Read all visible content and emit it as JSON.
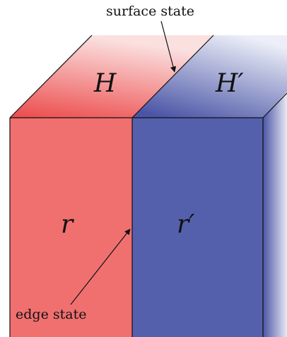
{
  "labels": {
    "surface_state": "surface state",
    "edge_state": "edge state",
    "top_left": "H",
    "top_right": "H′",
    "front_left": "r",
    "front_right": "r′"
  },
  "colors": {
    "left_region": "#f07070",
    "right_region": "#5560ad",
    "left_top_light": "#fbe0e0",
    "left_top_dark": "#ec4a4a",
    "right_top_light": "#eceff8",
    "right_top_dark": "#4b55a6",
    "outline": "#111111"
  }
}
